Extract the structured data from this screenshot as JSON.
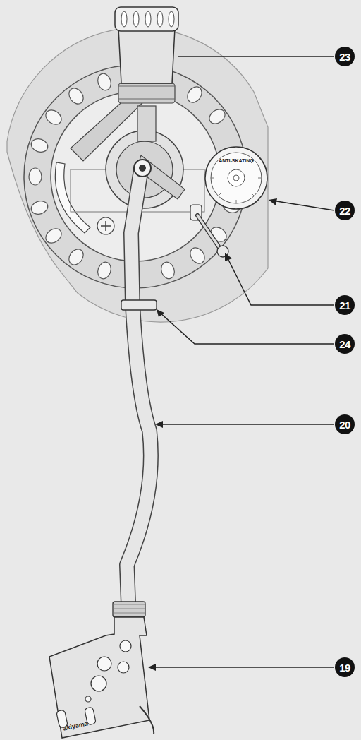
{
  "diagram": {
    "labels": [
      "23",
      "22",
      "21",
      "24",
      "20",
      "19",
      "ANTI-SKATING",
      "akiyama"
    ]
  }
}
